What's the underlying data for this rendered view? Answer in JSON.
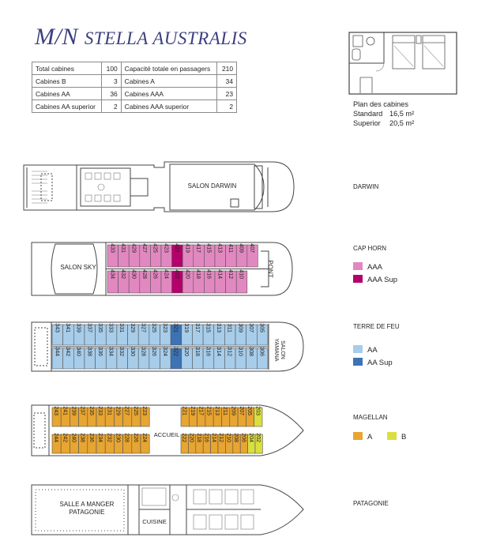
{
  "header": {
    "title_prefix": "M/N",
    "title_name": "Stella Australis"
  },
  "stats": [
    {
      "label1": "Total cabines",
      "value1": "100",
      "label2": "Capacité totale en passagers",
      "value2": "210"
    },
    {
      "label1": "Cabines B",
      "value1": "3",
      "label2": "Cabines A",
      "value2": "34"
    },
    {
      "label1": "Cabines AA",
      "value1": "36",
      "label2": "Cabines AAA",
      "value2": "23"
    },
    {
      "label1": "Cabines  AA superior",
      "value1": "2",
      "label2": "Cabines  AAA superior",
      "value2": "2"
    }
  ],
  "cabin_plan": {
    "title": "Plan des cabines",
    "standard_label": "Standard",
    "standard_value": "16,5 m²",
    "superior_label": "Superior",
    "superior_value": "20,5 m²"
  },
  "colors": {
    "aaa": "#e288c0",
    "aaa_sup": "#b4006b",
    "aa": "#a7cdea",
    "aa_sup": "#3d73b5",
    "a": "#e7a531",
    "b": "#d9df3f",
    "outline": "#444444"
  },
  "decks": {
    "darwin": {
      "name": "DARWIN",
      "salon": "SALON DARWIN"
    },
    "cap_horn": {
      "name": "CAP HORN",
      "salon": "SALON SKY",
      "bridge": "PONT",
      "legend": [
        {
          "label": "AAA",
          "color": "#e288c0"
        },
        {
          "label": "AAA Sup",
          "color": "#b4006b"
        }
      ],
      "top_row": [
        "433",
        "431",
        "429",
        "427",
        "425",
        "423",
        "421",
        "419",
        "417",
        "415",
        "413",
        "411",
        "409",
        "407"
      ],
      "bottom_row": [
        "434",
        "432",
        "430",
        "428",
        "426",
        "424",
        "422",
        "420",
        "418",
        "416",
        "414",
        "412",
        "410"
      ],
      "sup": [
        "421",
        "422"
      ]
    },
    "terre_de_feu": {
      "name": "TERRE DE FEU",
      "salon": "SALON YAMANA",
      "legend": [
        {
          "label": "AA",
          "color": "#a7cdea"
        },
        {
          "label": "AA Sup",
          "color": "#3d73b5"
        }
      ],
      "top_row": [
        "343",
        "341",
        "339",
        "337",
        "335",
        "333",
        "331",
        "329",
        "327",
        "325",
        "323",
        "321",
        "319",
        "317",
        "315",
        "313",
        "311",
        "309",
        "307",
        "305"
      ],
      "bottom_row": [
        "344",
        "342",
        "340",
        "338",
        "336",
        "334",
        "332",
        "330",
        "328",
        "326",
        "324",
        "322",
        "320",
        "318",
        "316",
        "314",
        "312",
        "310",
        "308",
        "306"
      ],
      "sup": [
        "321",
        "322"
      ]
    },
    "magellan": {
      "name": "MAGELLAN",
      "hall": "ACCUEIL",
      "legend": [
        {
          "label": "A",
          "color": "#e7a531"
        },
        {
          "label": "B",
          "color": "#d9df3f"
        }
      ],
      "top_row": [
        "243",
        "241",
        "239",
        "237",
        "235",
        "233",
        "231",
        "229",
        "227",
        "225",
        "223",
        "221",
        "219",
        "217",
        "215",
        "213",
        "211",
        "209",
        "207",
        "205",
        "203"
      ],
      "bottom_row": [
        "244",
        "242",
        "240",
        "238",
        "236",
        "234",
        "232",
        "230",
        "228",
        "226",
        "224",
        "222",
        "220",
        "218",
        "216",
        "214",
        "212",
        "210",
        "208",
        "206",
        "204",
        "202"
      ],
      "b_cabins": [
        "203",
        "204",
        "202"
      ]
    },
    "patagonie": {
      "name": "PATAGONIE",
      "dining": [
        "SALLE A MANGER",
        "PATAGONIE"
      ],
      "kitchen": "CUISINE"
    }
  }
}
